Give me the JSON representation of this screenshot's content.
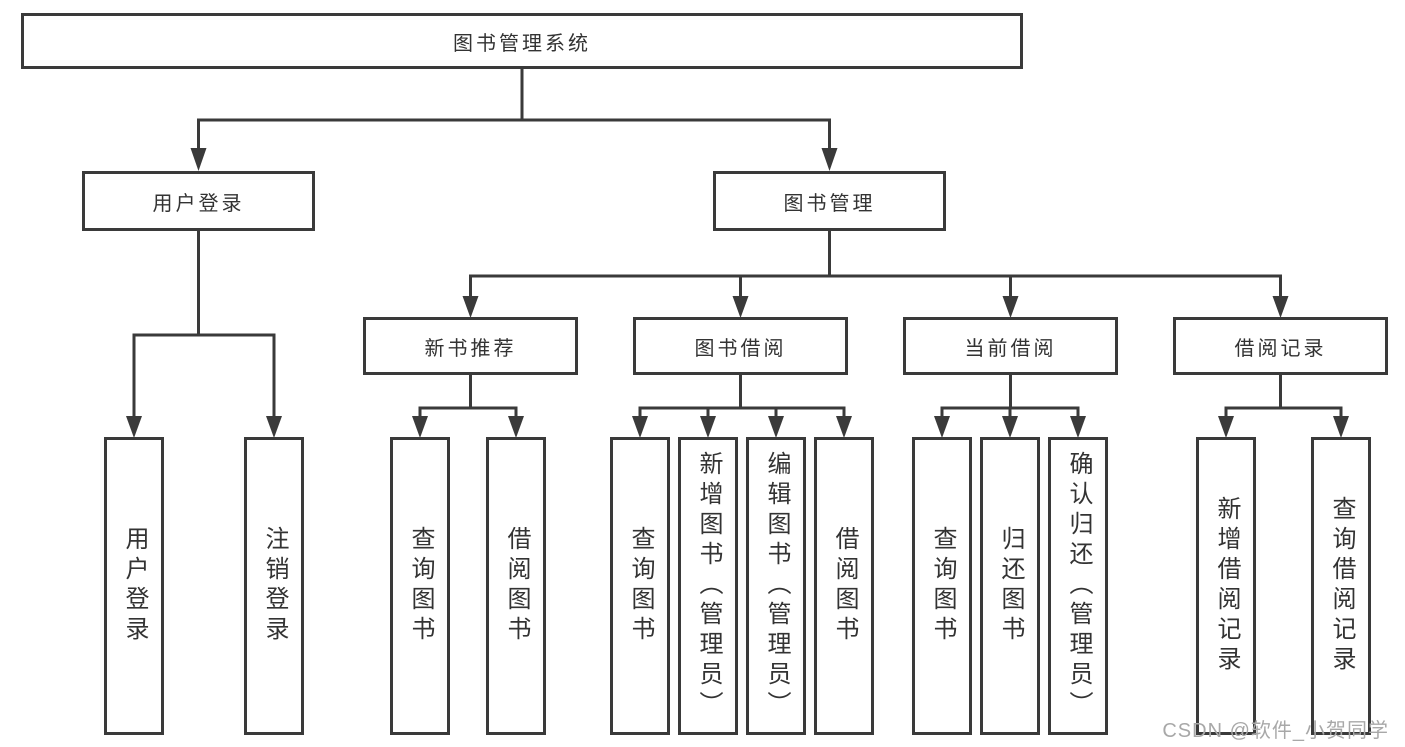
{
  "tree": {
    "root": {
      "label": "图书管理系统"
    },
    "branches": [
      {
        "label": "用户登录",
        "children": [
          {
            "label": "用户登录"
          },
          {
            "label": "注销登录"
          }
        ]
      },
      {
        "label": "图书管理",
        "children": [
          {
            "label": "新书推荐",
            "children": [
              {
                "label": "查询图书"
              },
              {
                "label": "借阅图书"
              }
            ]
          },
          {
            "label": "图书借阅",
            "children": [
              {
                "label": "查询图书"
              },
              {
                "label": "新增图书（管理员）"
              },
              {
                "label": "编辑图书（管理员）"
              },
              {
                "label": "借阅图书"
              }
            ]
          },
          {
            "label": "当前借阅",
            "children": [
              {
                "label": "查询图书"
              },
              {
                "label": "归还图书"
              },
              {
                "label": "确认归还（管理员）"
              }
            ]
          },
          {
            "label": "借阅记录",
            "children": [
              {
                "label": "新增借阅记录"
              },
              {
                "label": "查询借阅记录"
              }
            ]
          }
        ]
      }
    ]
  },
  "watermark": {
    "text": "CSDN @软件_小贺同学"
  },
  "colors": {
    "line": "#3a3a3a",
    "text": "#333333",
    "watermark": "#a8a8a8"
  }
}
